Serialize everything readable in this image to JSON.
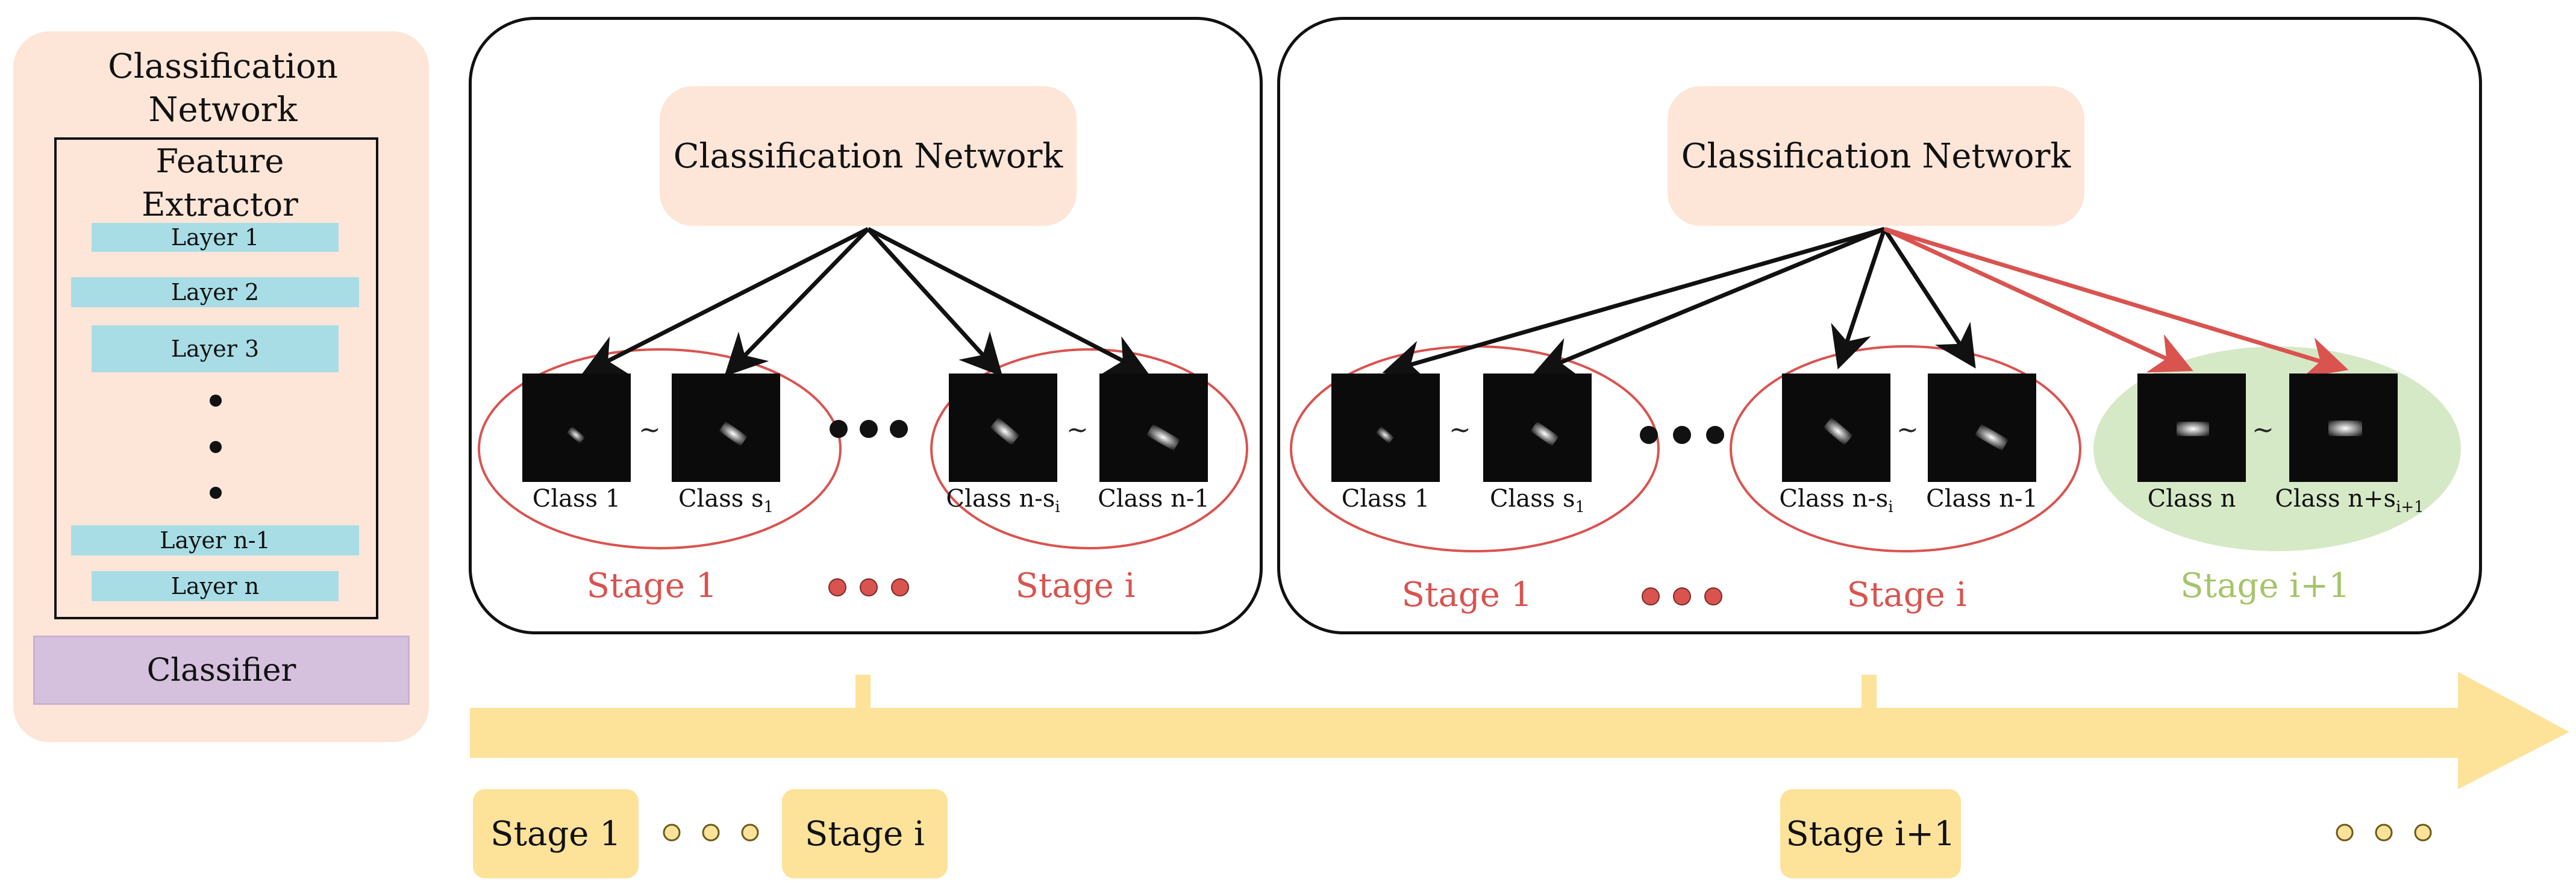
{
  "left_panel": {
    "title_line1": "Classification",
    "title_line2": "Network",
    "feature_line1": "Feature",
    "feature_line2": "Extractor",
    "layers": [
      "Layer 1",
      "Layer 2",
      "Layer 3",
      "Layer n-1",
      "Layer n"
    ],
    "classifier": "Classifier"
  },
  "panel1": {
    "network": "Classification Network",
    "classes": {
      "c1": "Class 1",
      "cs_base": "Class s",
      "cs_sub": "1",
      "cn_base": "Class n-s",
      "cn_sub": "i",
      "cn1": "Class n-1"
    },
    "stage1": "Stage 1",
    "stagei": "Stage i"
  },
  "panel2": {
    "network": "Classification Network",
    "classes": {
      "c1": "Class 1",
      "cs_base": "Class s",
      "cs_sub": "1",
      "cn_base": "Class n-s",
      "cn_sub": "i",
      "cn1": "Class n-1",
      "cn": "Class n",
      "cnp_base": "Class n+s",
      "cnp_sub": "i+1"
    },
    "stage1": "Stage 1",
    "stagei": "Stage i",
    "stagei1": "Stage i+1"
  },
  "tilde": "~",
  "timeline": {
    "stage1": "Stage 1",
    "stagei": "Stage i",
    "stagei1": "Stage i+1"
  },
  "colors": {
    "peach": "#fde6d8",
    "red": "#d9534f",
    "green": "#a6c46a",
    "green_fill": "#d6e9c6",
    "yellow": "#fde29a",
    "blue": "#a8dde6",
    "purple": "#d5c1dd"
  }
}
